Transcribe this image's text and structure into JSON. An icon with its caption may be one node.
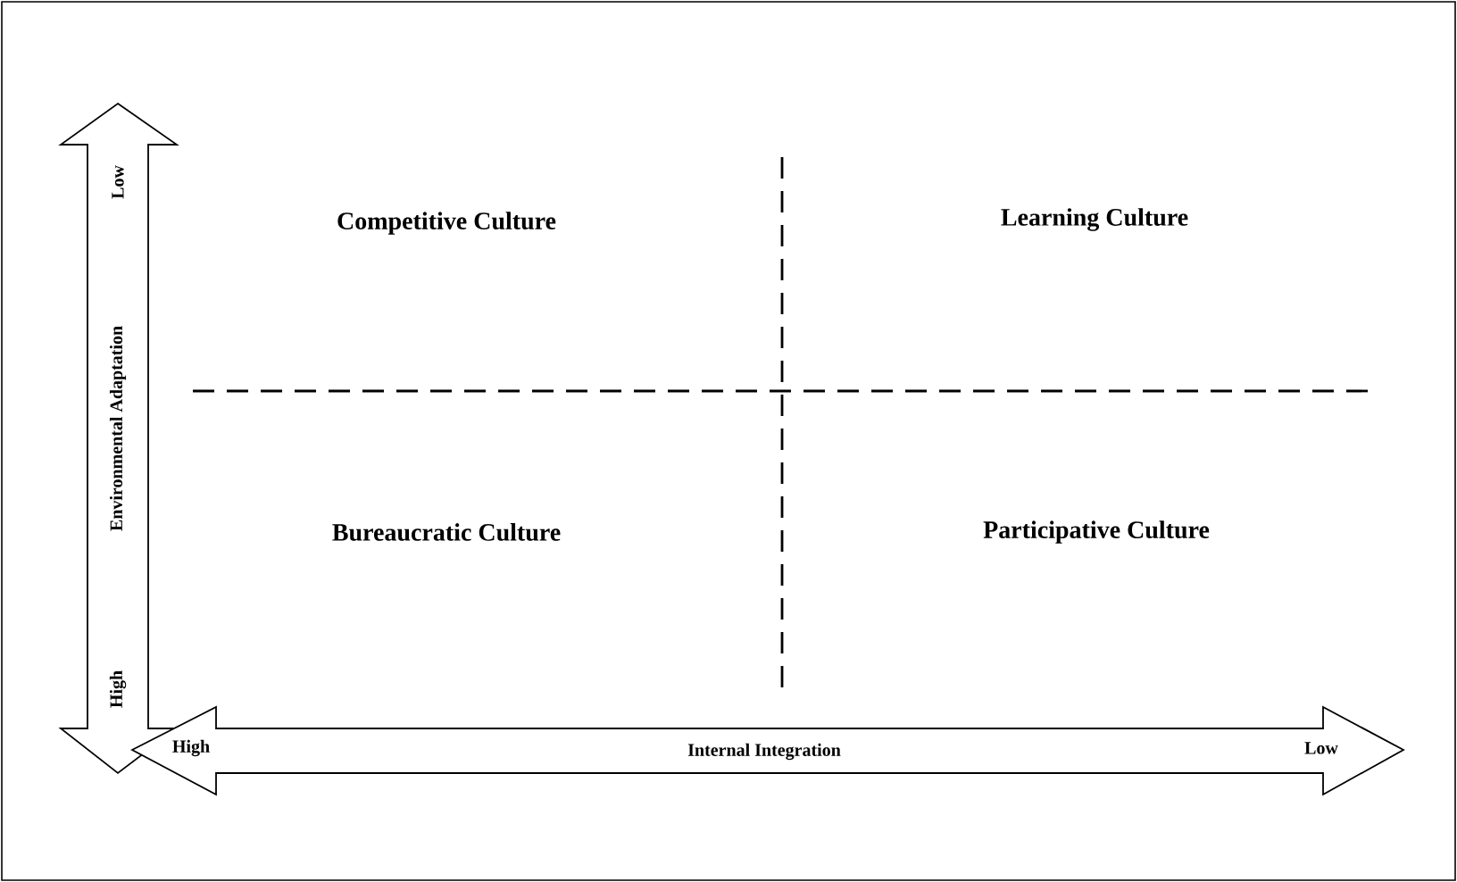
{
  "diagram": {
    "labels": [
      "Low",
      "Competitive Culture",
      "Learning Culture",
      "Environmental Adaptation",
      "Bureaucratic Culture",
      "Participative Culture",
      "High",
      "High",
      "Internal Integration",
      "Low"
    ]
  }
}
